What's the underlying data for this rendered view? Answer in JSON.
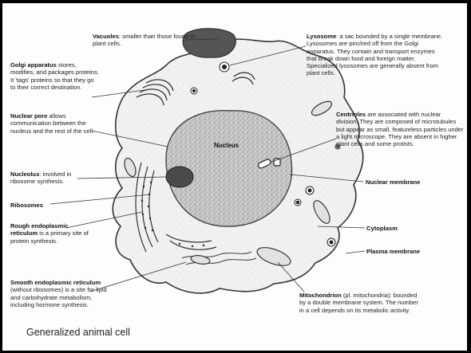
{
  "title": "Generalized animal cell",
  "nucleus_label": "Nucleus",
  "labels": {
    "vacuoles": {
      "term": "Vacuoles",
      "text": ": smaller than those found in plant cells."
    },
    "lysosome": {
      "term": "Lysosome",
      "text": ": a sac bounded by a single membrane. Lysosomes are pinched off from the Golgi apparatus. They contain and transport enzymes that break down food and foreign matter. Specialized lysosomes are generally absent from plant cells."
    },
    "golgi": {
      "term": "Golgi apparatus",
      "text": " stores, modifies, and packages proteins. It 'tags' proteins so that they go to their correct destination."
    },
    "nuclear_pore": {
      "term": "Nuclear pore",
      "text": " allows communication between the nucleus and the rest of the cell."
    },
    "centrioles": {
      "term": "Centrioles",
      "text": " are associated with nuclear division. They are composed of microtubules but appear as small, featureless particles under a light microscope. They are absent in higher plant cells and some protists."
    },
    "nucleolus": {
      "term": "Nucleolus",
      "text": ": involved in ribosome synthesis."
    },
    "nuclear_membrane": {
      "term": "Nuclear membrane",
      "text": ""
    },
    "ribosomes": {
      "term": "Ribosomes",
      "text": ""
    },
    "rough_er": {
      "term": "Rough endoplasmic reticulum",
      "text": " is a primary site of protein synthesis."
    },
    "cytoplasm": {
      "term": "Cytoplasm",
      "text": ""
    },
    "plasma_membrane": {
      "term": "Plasma membrane",
      "text": ""
    },
    "smooth_er": {
      "term": "Smooth endoplasmic reticulum",
      "text": " (without ribosomes) is a site for lipid and carbohydrate metabolism, including hormone synthesis."
    },
    "mitochondrion": {
      "term": "Mitochondrion",
      "text": " (pl. mitochondria): bounded by a double membrane system. The number in a cell depends on its metabolic activity."
    }
  }
}
